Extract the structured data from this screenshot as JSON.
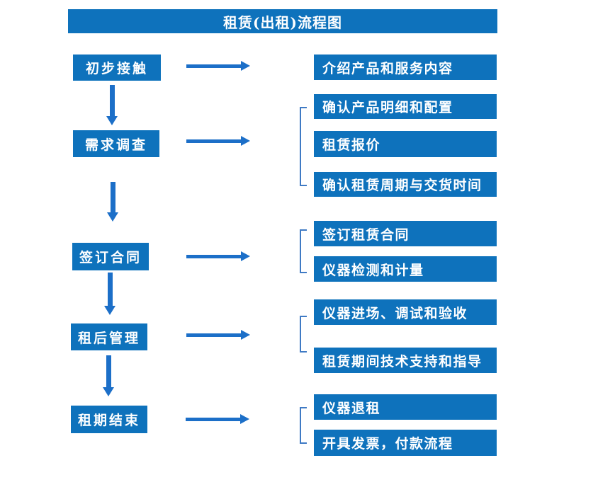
{
  "title": "租赁(出租)流程图",
  "colors": {
    "box_fill": "#0E72BC",
    "arrow": "#1C6FC8",
    "bracket": "#3F7AC4",
    "text": "#FFFFFF",
    "background": "#FFFFFF"
  },
  "flow": {
    "steps": [
      {
        "label": "初步接触",
        "outputs": [
          "介绍产品和服务内容"
        ]
      },
      {
        "label": "需求调查",
        "outputs": [
          "确认产品明细和配置",
          "租赁报价",
          "确认租赁周期与交货时间"
        ]
      },
      {
        "label": "签订合同",
        "outputs": [
          "签订租赁合同",
          "仪器检测和计量"
        ]
      },
      {
        "label": "租后管理",
        "outputs": [
          "仪器进场、调试和验收",
          "租赁期间技术支持和指导"
        ]
      },
      {
        "label": "租期结束",
        "outputs": [
          "仪器退租",
          "开具发票，付款流程"
        ]
      }
    ]
  }
}
